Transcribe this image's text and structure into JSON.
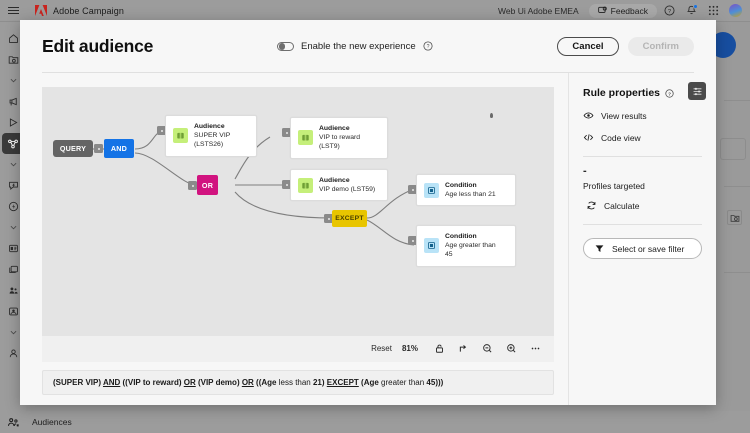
{
  "topbar": {
    "menu_icon": "hamburger-icon",
    "brand": "Adobe Campaign",
    "org_label": "Web Ui Adobe EMEA",
    "feedback_label": "Feedback",
    "icons": [
      "help-icon",
      "bell-icon",
      "apps-grid-icon",
      "avatar-icon"
    ]
  },
  "rail": {
    "items": [
      {
        "name": "home-icon"
      },
      {
        "name": "explore-folder-icon"
      },
      {
        "name": "chevron-down-icon"
      },
      {
        "name": "megaphone-icon"
      },
      {
        "name": "send-icon"
      },
      {
        "name": "journey-icon",
        "selected": true
      },
      {
        "name": "chevron-down-icon"
      },
      {
        "name": "message-flash-icon"
      },
      {
        "name": "automation-icon"
      },
      {
        "name": "chevron-down-icon"
      },
      {
        "name": "card-icon"
      },
      {
        "name": "layers-icon"
      },
      {
        "name": "profiles-icon"
      },
      {
        "name": "audience-image-icon"
      },
      {
        "name": "chevron-down-icon"
      },
      {
        "name": "person-icon"
      },
      {
        "name": "audiences-icon"
      }
    ]
  },
  "statusbar": {
    "icon": "audiences-icon",
    "label": "Audiences"
  },
  "modal": {
    "title": "Edit audience",
    "toggle_label": "Enable the new experience",
    "toggle_on": false,
    "help_icon": "help-circle-icon",
    "cancel_label": "Cancel",
    "confirm_label": "Confirm",
    "confirm_disabled": true
  },
  "canvas": {
    "nodes": {
      "query": "QUERY",
      "and": "AND",
      "or": "OR",
      "except": "EXCEPT"
    },
    "cards": [
      {
        "id": "audience-super-vip",
        "type": "Audience",
        "value": "SUPER VIP (LSTS26)",
        "icon": "audience-icon",
        "icon_color": "#c5ef7a"
      },
      {
        "id": "audience-vip-to-reward",
        "type": "Audience",
        "value": "VIP to reward (LST9)",
        "icon": "audience-icon",
        "icon_color": "#c5ef7a"
      },
      {
        "id": "audience-vip-demo",
        "type": "Audience",
        "value": "VIP demo (LST59)",
        "icon": "audience-icon",
        "icon_color": "#c5ef7a"
      },
      {
        "id": "condition-age-less-21",
        "type": "Condition",
        "value": "Age less than 21",
        "icon": "condition-icon",
        "icon_color": "#b9e3f7"
      },
      {
        "id": "condition-age-greater-45",
        "type": "Condition",
        "value": "Age greater than 45",
        "icon": "condition-icon",
        "icon_color": "#b9e3f7"
      }
    ],
    "colors": {
      "query": "#646464",
      "and": "#1473e6",
      "or": "#d1137f",
      "except": "#e8c500"
    }
  },
  "toolbar": {
    "reset_label": "Reset",
    "zoom_level": "81%",
    "icons": [
      "lock-icon",
      "fit-screen-icon",
      "zoom-out-icon",
      "zoom-in-icon",
      "more-icon"
    ]
  },
  "expression": {
    "full": "(SUPER VIP) AND ((VIP to reward) OR (VIP demo) OR ((Age less than 21) EXCEPT (Age greater than 45)))",
    "parts": [
      {
        "t": "(",
        "s": "p"
      },
      {
        "t": "SUPER VIP",
        "s": "b"
      },
      {
        "t": ") ",
        "s": "p"
      },
      {
        "t": "AND",
        "s": "u"
      },
      {
        "t": " ((",
        "s": "p"
      },
      {
        "t": "VIP to reward",
        "s": "b"
      },
      {
        "t": ") ",
        "s": "p"
      },
      {
        "t": "OR",
        "s": "u"
      },
      {
        "t": " (",
        "s": "p"
      },
      {
        "t": "VIP demo",
        "s": "b"
      },
      {
        "t": ") ",
        "s": "p"
      },
      {
        "t": "OR",
        "s": "u"
      },
      {
        "t": " ((",
        "s": "p"
      },
      {
        "t": "Age",
        "s": "b"
      },
      {
        "t": " less than ",
        "s": "n"
      },
      {
        "t": "21",
        "s": "b"
      },
      {
        "t": ") ",
        "s": "p"
      },
      {
        "t": "EXCEPT",
        "s": "u"
      },
      {
        "t": " (",
        "s": "p"
      },
      {
        "t": "Age",
        "s": "b"
      },
      {
        "t": " greater than ",
        "s": "n"
      },
      {
        "t": "45",
        "s": "b"
      },
      {
        "t": ")))",
        "s": "p"
      }
    ]
  },
  "rule_properties": {
    "title": "Rule properties",
    "help_icon": "help-circle-icon",
    "view_results": "View results",
    "code_view": "Code view",
    "count_value": "-",
    "profiles_targeted": "Profiles targeted",
    "calculate": "Calculate",
    "select_or_save_filter": "Select or save filter",
    "panel_toggle_icon": "settings-sliders-icon"
  }
}
